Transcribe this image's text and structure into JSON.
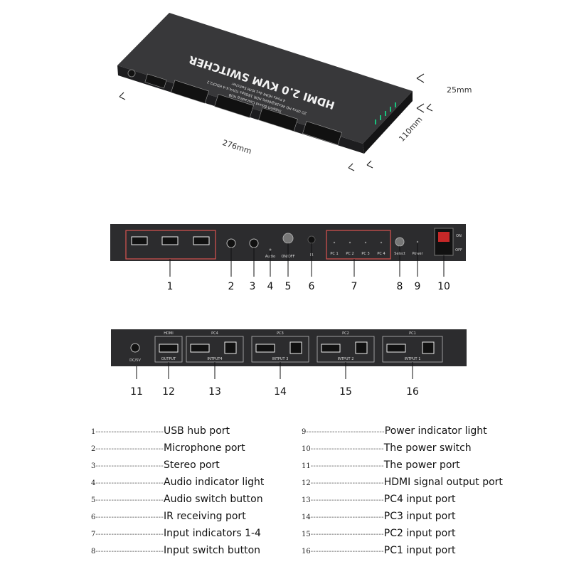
{
  "device": {
    "top_label": "HDMI 2.0 KVM SWITCHER",
    "top_sub1": "4 Ports HDMI 4x1 KVM Switcher",
    "top_sub2": "2D Ultra HD 4Kx2K@60Hz HDR 18Gbps YUV4:4:4 HDCP2.2",
    "top_sub3": "Support Bound Cascading HUB",
    "dc_label": "DC/5V",
    "hdmi_label": "HDMI",
    "output_label": "OUTPUT",
    "pc_labels": [
      "PC4",
      "PC3",
      "PC2",
      "PC1"
    ],
    "input_labels": [
      "INTPUT4",
      "INTPUT 3",
      "INTPUT 2",
      "INTPUT 1"
    ]
  },
  "dimensions": {
    "length": "276mm",
    "width": "110mm",
    "height": "25mm"
  },
  "front_panel": {
    "audio": "Audio",
    "on_off": "ON/OFF",
    "ir": "IR",
    "pcs": [
      "PC 1",
      "PC 2",
      "PC 3",
      "PC 4"
    ],
    "select": "Select",
    "power": "Power",
    "on": "ON",
    "off": "OFF",
    "numbers": [
      "1",
      "2",
      "3",
      "4",
      "5",
      "6",
      "7",
      "8",
      "9",
      "10"
    ]
  },
  "back_panel": {
    "numbers": [
      "11",
      "12",
      "13",
      "14",
      "15",
      "16"
    ]
  },
  "legend": {
    "left": [
      {
        "num": "1",
        "label": "USB hub port"
      },
      {
        "num": "2",
        "label": "Microphone port"
      },
      {
        "num": "3",
        "label": "Stereo port"
      },
      {
        "num": "4",
        "label": "Audio indicator light"
      },
      {
        "num": "5",
        "label": "Audio switch button"
      },
      {
        "num": "6",
        "label": "IR receiving port"
      },
      {
        "num": "7",
        "label": "Input indicators 1-4"
      },
      {
        "num": "8",
        "label": "Input switch button"
      }
    ],
    "right": [
      {
        "num": "9",
        "label": "Power indicator light"
      },
      {
        "num": "10",
        "label": "The power switch"
      },
      {
        "num": "11",
        "label": "The power port"
      },
      {
        "num": "12",
        "label": "HDMI signal output port"
      },
      {
        "num": "13",
        "label": "PC4 input port"
      },
      {
        "num": "14",
        "label": "PC3 input port"
      },
      {
        "num": "15",
        "label": "PC2 input port"
      },
      {
        "num": "16",
        "label": "PC1 input port"
      }
    ]
  },
  "colors": {
    "device_body": "#2c2c2e",
    "device_dark": "#1a1a1b",
    "highlight_box": "#d9534f"
  }
}
